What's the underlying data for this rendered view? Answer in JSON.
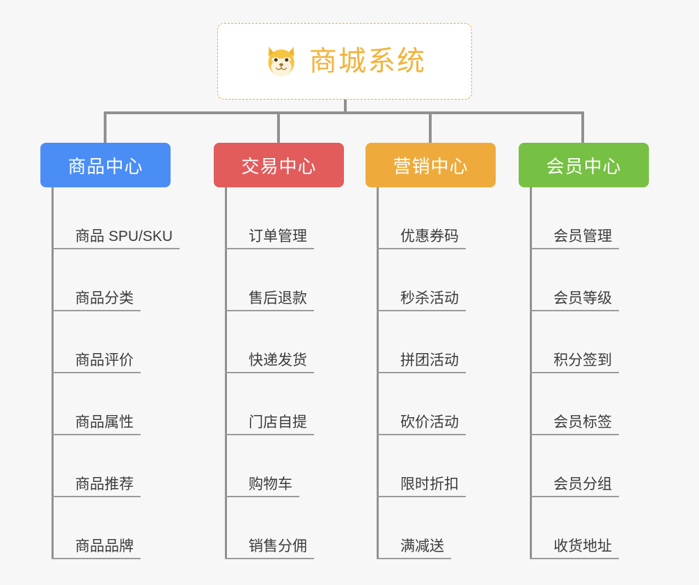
{
  "root": {
    "title": "商城系统",
    "icon": "dog-face-emoji",
    "border_color": "#e7a948",
    "text_color": "#f2b33d",
    "background": "#ffffff"
  },
  "canvas": {
    "background": "#f7f7f7",
    "connector_color": "#909090"
  },
  "columns": [
    {
      "label": "商品中心",
      "color": "#4a8df5",
      "items": [
        {
          "label": "商品 SPU/SKU"
        },
        {
          "label": "商品分类"
        },
        {
          "label": "商品评价"
        },
        {
          "label": "商品属性"
        },
        {
          "label": "商品推荐"
        },
        {
          "label": "商品品牌"
        }
      ]
    },
    {
      "label": "交易中心",
      "color": "#e25c5c",
      "items": [
        {
          "label": "订单管理"
        },
        {
          "label": "售后退款"
        },
        {
          "label": "快递发货"
        },
        {
          "label": "门店自提"
        },
        {
          "label": "购物车"
        },
        {
          "label": "销售分佣"
        }
      ]
    },
    {
      "label": "营销中心",
      "color": "#eeab3c",
      "items": [
        {
          "label": "优惠券码"
        },
        {
          "label": "秒杀活动"
        },
        {
          "label": "拼团活动"
        },
        {
          "label": "砍价活动"
        },
        {
          "label": "限时折扣"
        },
        {
          "label": "满减送"
        }
      ]
    },
    {
      "label": "会员中心",
      "color": "#76c043",
      "items": [
        {
          "label": "会员管理"
        },
        {
          "label": "会员等级"
        },
        {
          "label": "积分签到"
        },
        {
          "label": "会员标签"
        },
        {
          "label": "会员分组"
        },
        {
          "label": "收货地址"
        }
      ]
    }
  ]
}
